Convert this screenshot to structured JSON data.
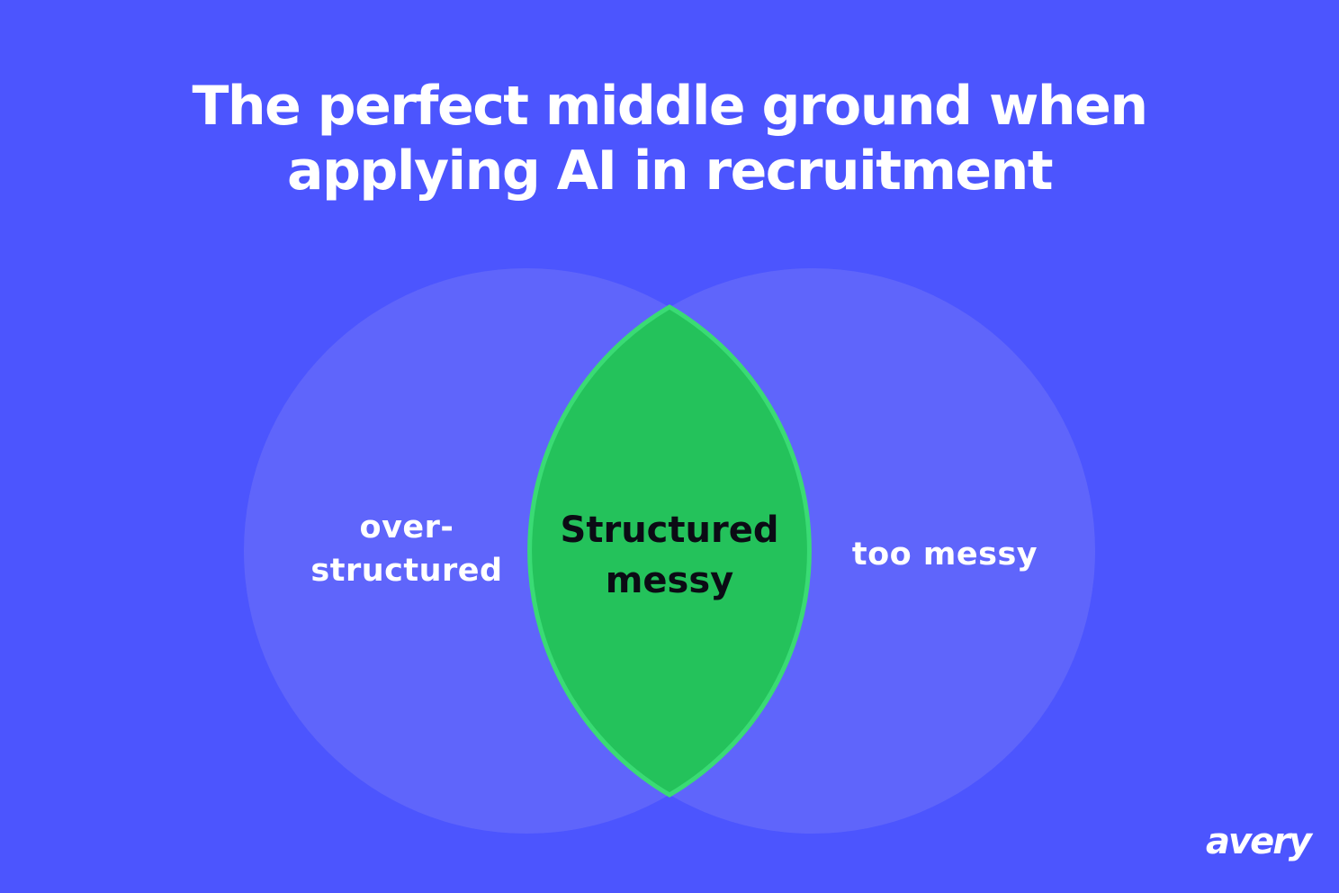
{
  "diagram": {
    "title_lines": [
      "The perfect middle ground when",
      "applying AI in recruitment"
    ],
    "left_set": {
      "label_lines": [
        "over-",
        "structured"
      ]
    },
    "right_set": {
      "label_lines": [
        "too messy"
      ]
    },
    "intersection": {
      "label_lines": [
        "Structured",
        "messy"
      ]
    }
  },
  "logo": {
    "text": "avery"
  },
  "colors": {
    "background": "#4C55FE",
    "circle_fill": "#6369FA",
    "intersection_fill": "#24C25B",
    "intersection_stroke": "#3ADB74",
    "text_light": "#FFFFFF",
    "text_dark": "#0B0B14"
  }
}
